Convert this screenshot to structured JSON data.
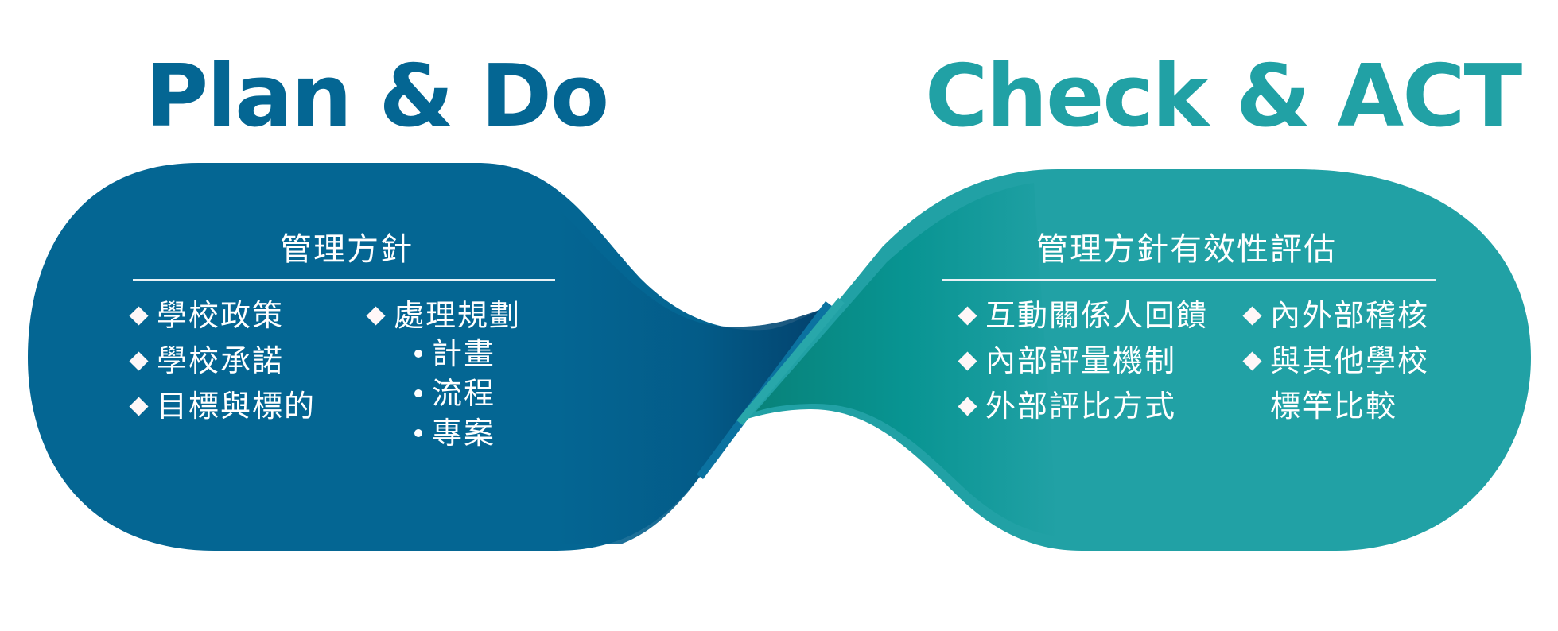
{
  "colors": {
    "plan_do_blue": "#046693",
    "plan_do_dark": "#043f6a",
    "check_act_teal": "#21a1a5",
    "check_act_dark": "#038579",
    "text_on_shape": "#ffffff",
    "background": "#ffffff"
  },
  "left": {
    "title": "Plan & Do",
    "heading": "管理方針",
    "col1": [
      {
        "bullet": "diamond",
        "label": "學校政策"
      },
      {
        "bullet": "diamond",
        "label": "學校承諾"
      },
      {
        "bullet": "diamond",
        "label": "目標與標的"
      }
    ],
    "col2": {
      "main": {
        "bullet": "diamond",
        "label": "處理規劃"
      },
      "sub": [
        {
          "bullet": "dot",
          "label": "計畫"
        },
        {
          "bullet": "dot",
          "label": "流程"
        },
        {
          "bullet": "dot",
          "label": "專案"
        }
      ]
    }
  },
  "right": {
    "title": "Check & ACT",
    "heading": "管理方針有效性評估",
    "col1": [
      {
        "bullet": "diamond",
        "label": "互動關係人回饋"
      },
      {
        "bullet": "diamond",
        "label": "內部評量機制"
      },
      {
        "bullet": "diamond",
        "label": "外部評比方式"
      }
    ],
    "col2": [
      {
        "bullet": "diamond",
        "label": "內外部稽核"
      },
      {
        "bullet": "diamond",
        "label": "與其他學校"
      },
      {
        "bullet": "none",
        "label": "標竿比較"
      }
    ]
  }
}
